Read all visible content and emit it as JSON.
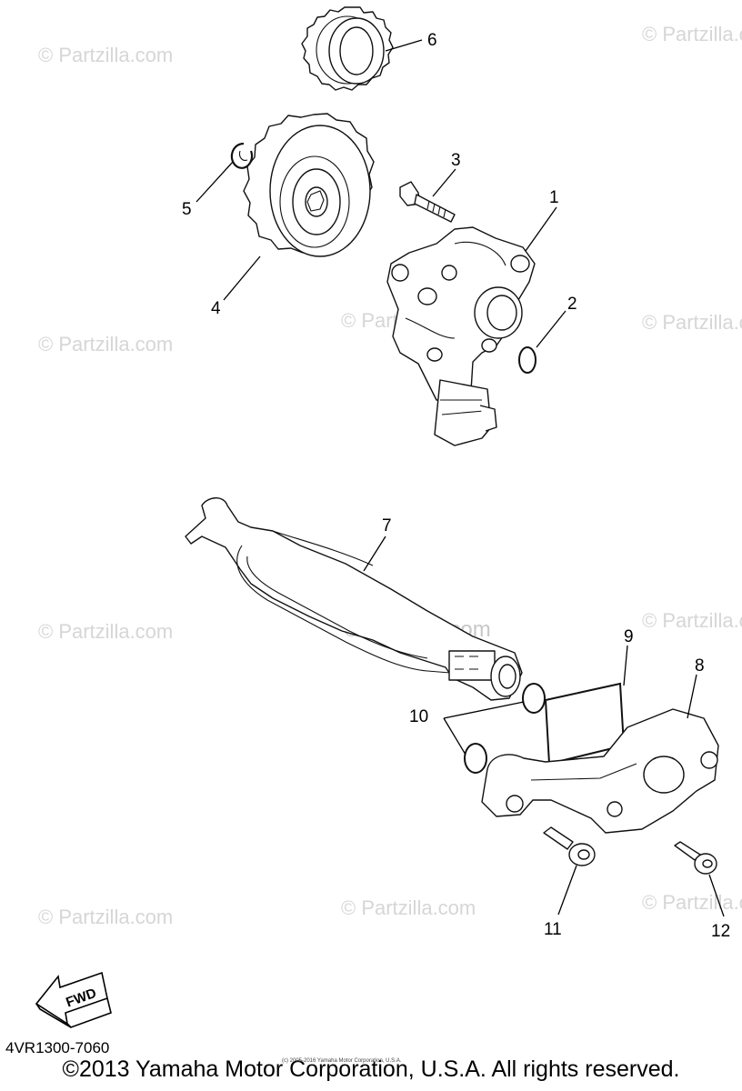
{
  "watermarks": {
    "brand": "© Partzilla.com",
    "center": "© Partzilla.com"
  },
  "callouts": {
    "p1": "1",
    "p2": "2",
    "p3": "3",
    "p4": "4",
    "p5": "5",
    "p6": "6",
    "p7": "7",
    "p8": "8",
    "p9": "9",
    "p10": "10",
    "p11": "11",
    "p12": "12"
  },
  "fwd_label": "FWD",
  "diagram_code": "4VR1300-7060",
  "copyright": "©2013 Yamaha Motor Corporation, U.S.A. All rights reserved.",
  "copyright_small": "(c) 2005-2016 Yamaha Motor Corporation, U.S.A."
}
